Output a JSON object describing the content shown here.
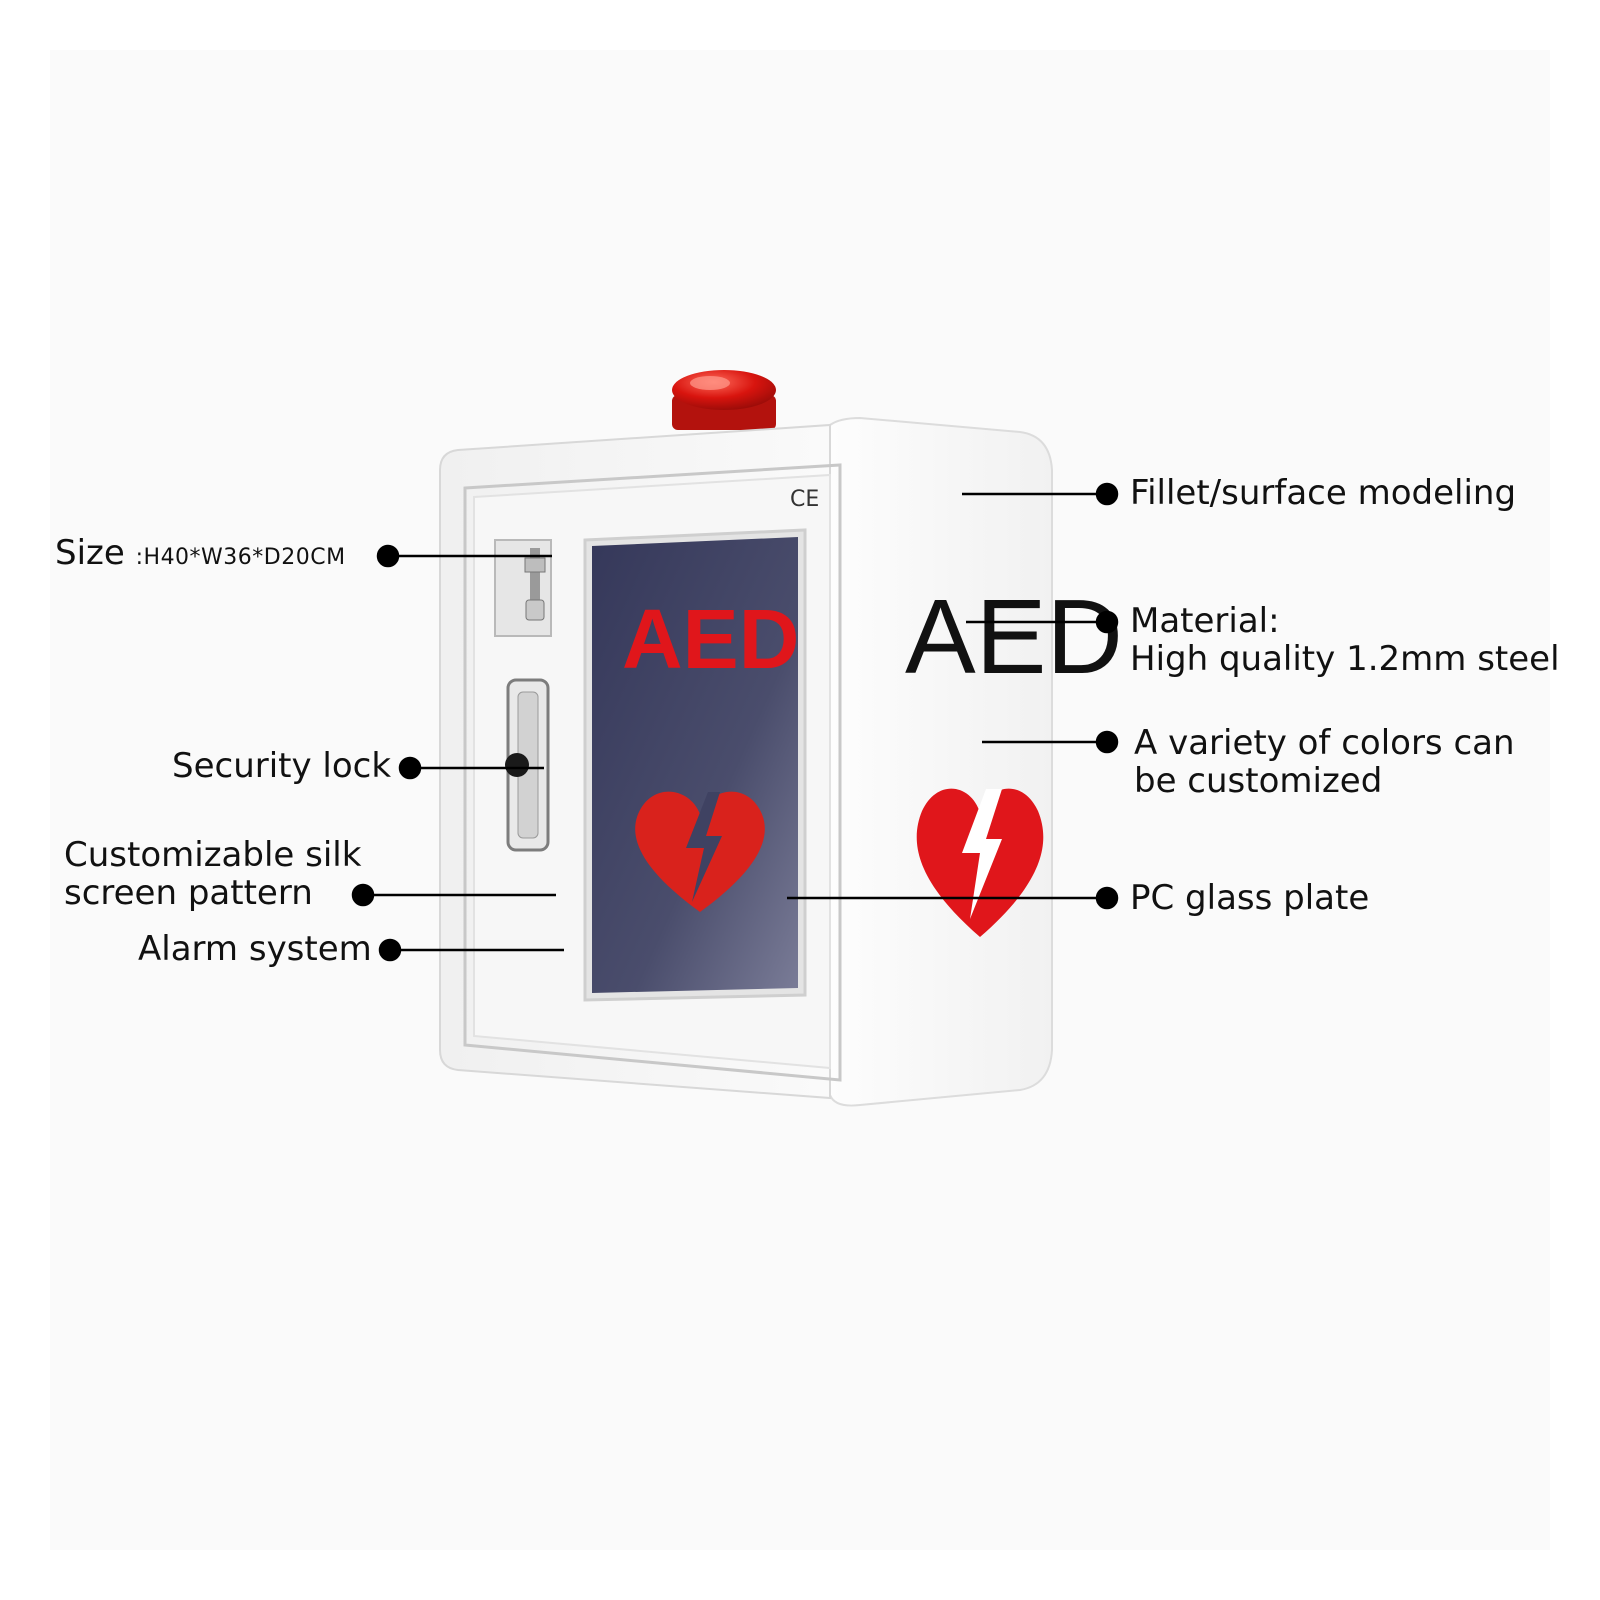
{
  "colors": {
    "accent_red": "#e0161b",
    "glass": "#3f4262",
    "cabinet": "#f4f4f4",
    "line": "#000000"
  },
  "cabinet": {
    "front_aed_text": "AED",
    "side_aed_text": "AED",
    "ce_mark": "CE",
    "beacon": "red-alarm-light",
    "front_logo_icon": "heart-lightning-icon",
    "side_logo_icon": "heart-lightning-icon"
  },
  "callouts": {
    "size_label": "Size",
    "size_value": ":H40*W36*D20CM",
    "security_lock": "Security lock",
    "silk_screen_line1": "Customizable silk",
    "silk_screen_line2": "screen pattern",
    "alarm_system": "Alarm system",
    "fillet": "Fillet/surface modeling",
    "material_line1": "Material:",
    "material_line2": "High quality 1.2mm steel",
    "colors_line1": "A variety of colors can",
    "colors_line2": "be customized",
    "pc_glass": "PC glass plate"
  }
}
